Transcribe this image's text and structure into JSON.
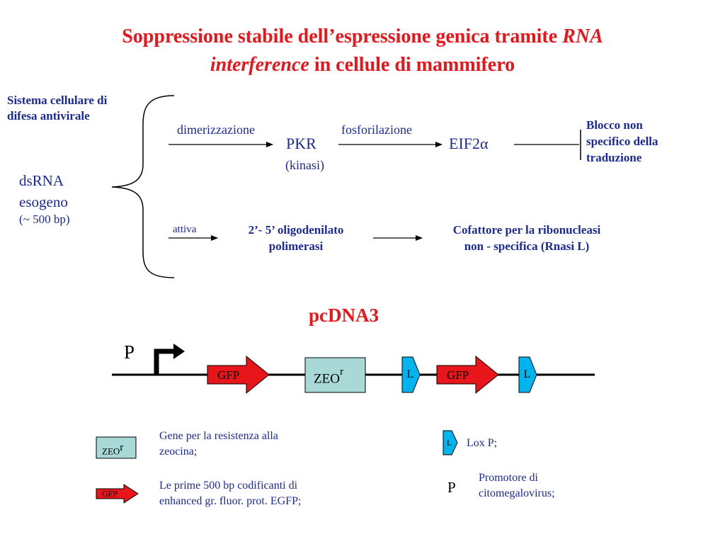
{
  "title": {
    "line1_text": "Soppressione stabile dell’espressione genica tramite ",
    "line1_italic": "RNA",
    "line2_italic": "interference",
    "line2_text": " in cellule di mammifero"
  },
  "pathway": {
    "defense_label_line1": "Sistema cellulare di",
    "defense_label_line2": "difesa antivirale",
    "dsrna_line1": "dsRNA",
    "dsrna_line2": "esogeno",
    "dsrna_line3": "(~ 500 bp)",
    "step_dimerization": "dimerizzazione",
    "pkr": "PKR",
    "pkr_sub": "(kinasi)",
    "step_phosphorylation": "fosforilazione",
    "eif2": "EIF2",
    "eif2_greek": "α",
    "block_line1": "Blocco non",
    "block_line2": "specifico della",
    "block_line3": "traduzione",
    "step_activates": "attiva",
    "oas_line1": "2’- 5’ oligodenilato",
    "oas_line2": "polimerasi",
    "cofactor_line1": "Cofattore per la ribonucleasi",
    "cofactor_line2": "non - specifica (Rnasi L)"
  },
  "construct": {
    "name": "pcDNA3",
    "promoter": "P",
    "gfp1": "GFP",
    "zeo": "ZEO",
    "zeo_sup": "r",
    "lox1": "L",
    "gfp2": "GFP",
    "lox2": "L"
  },
  "legend": {
    "zeo_symbol": "ZEO",
    "zeo_symbol_sup": "r",
    "zeo_desc_line1": "Gene per la resistenza alla",
    "zeo_desc_line2": "zeocina;",
    "gfp_symbol": "GFP",
    "gfp_desc_line1": "Le prime 500 bp codificanti di",
    "gfp_desc_line2": "enhanced gr. fluor. prot. EGFP;",
    "lox_symbol": "L",
    "lox_desc": "Lox P;",
    "promoter_symbol": "P",
    "promoter_desc_line1": "Promotore di",
    "promoter_desc_line2": "citomegalovirus;"
  },
  "colors": {
    "title_red": "#e8151b",
    "text_blue": "#1a2a9c",
    "gfp_red": "#e8151b",
    "lox_cyan": "#00b4f0",
    "zeo_teal": "#a9d9d6"
  }
}
